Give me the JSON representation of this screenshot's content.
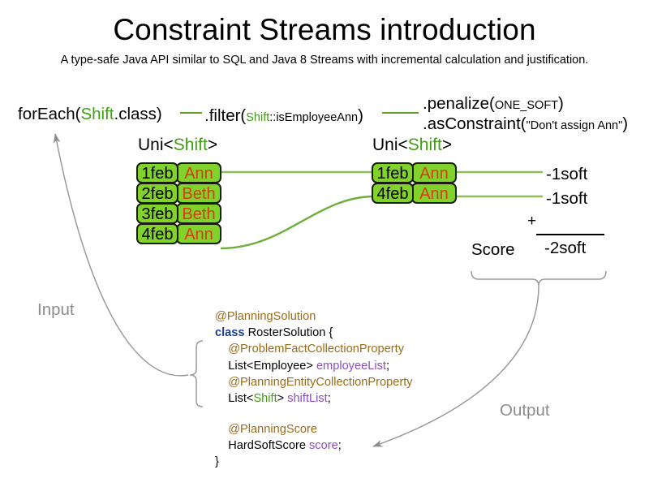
{
  "header": {
    "title": "Constraint Streams introduction",
    "subtitle": "A type-safe Java API similar to SQL and Java 8 Streams with incremental calculation and justification."
  },
  "pipeline": {
    "for_each": {
      "call": "forEach(",
      "type": "Shift",
      "tail": ".class)"
    },
    "filter": {
      "call": ".filter(",
      "type": "Shift",
      "method": "::isEmployeeAnn",
      "tail": ")"
    },
    "penalize": {
      "call": ".penalize(",
      "arg": "ONE_SOFT",
      "tail": ")"
    },
    "as_constraint": {
      "call": ".asConstraint(",
      "arg": "\"Don't assign Ann\"",
      "tail": ")"
    }
  },
  "streams": {
    "left": {
      "caption_prefix": "Uni<",
      "caption_type": "Shift",
      "caption_suffix": ">",
      "rows": [
        {
          "date": "1feb",
          "employee": "Ann"
        },
        {
          "date": "2feb",
          "employee": "Beth"
        },
        {
          "date": "3feb",
          "employee": "Beth"
        },
        {
          "date": "4feb",
          "employee": "Ann"
        }
      ]
    },
    "right": {
      "caption_prefix": "Uni<",
      "caption_type": "Shift",
      "caption_suffix": ">",
      "rows": [
        {
          "date": "1feb",
          "employee": "Ann",
          "penalty": "-1soft"
        },
        {
          "date": "4feb",
          "employee": "Ann",
          "penalty": "-1soft"
        }
      ]
    }
  },
  "score": {
    "label": "Score",
    "operator": "+",
    "total": "-2soft"
  },
  "code": {
    "line_solution_annotation": "@PlanningSolution",
    "line_class_keyword": "class",
    "line_class_name": " RosterSolution {",
    "line_pfcp_annotation": "@ProblemFactCollectionProperty",
    "line_employee_type": "List<Employee> ",
    "line_employee_field": "employeeList",
    "line_employee_semi": ";",
    "line_pecp_annotation": "@PlanningEntityCollectionProperty",
    "line_shift_pre": "List<",
    "line_shift_type": "Shift",
    "line_shift_post": "> ",
    "line_shift_field": "shiftList",
    "line_shift_semi": ";",
    "line_score_annotation": "@PlanningScore",
    "line_score_type": "HardSoftScore ",
    "line_score_field": "score",
    "line_score_semi": ";",
    "line_close_brace": "}"
  },
  "flow": {
    "input_label": "Input",
    "output_label": "Output"
  },
  "colors": {
    "fact_fill": "#81d22b",
    "fact_border": "#1a1a10",
    "employee_text": "#d83b14",
    "type_green": "#3f9e12",
    "wire_green": "#8cbf5a",
    "annotation_brown": "#9a6c19",
    "keyword_blue": "#1c3f94",
    "field_purple": "#8a4fbf",
    "flow_gray": "#8c8c8c"
  }
}
